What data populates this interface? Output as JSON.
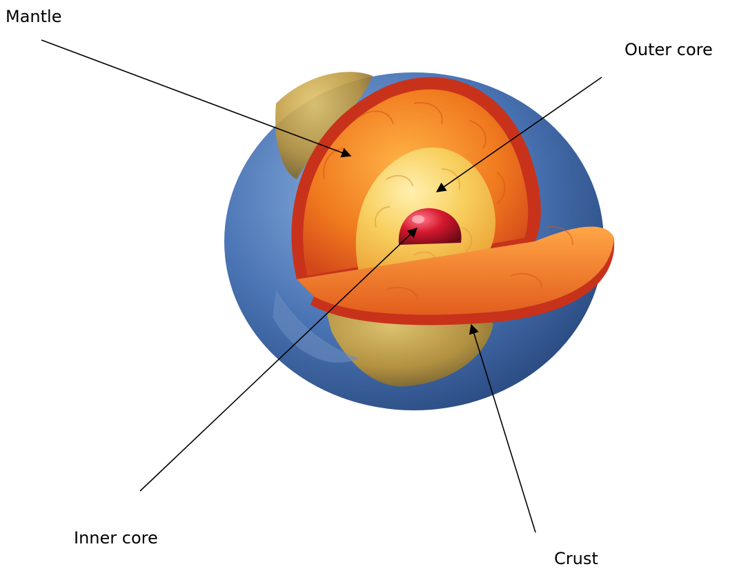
{
  "labels": {
    "mantle": "Mantle",
    "outer_core": "Outer core",
    "inner_core": "Inner core",
    "crust": "Crust"
  },
  "colors": {
    "ocean": "#4a74b4",
    "land": "#c9a44a",
    "crust_rim": "#c8321a",
    "mantle": "#f07a1e",
    "outer_core": "#f6c24a",
    "inner_core": "#c4102a",
    "arrow": "#000000"
  }
}
